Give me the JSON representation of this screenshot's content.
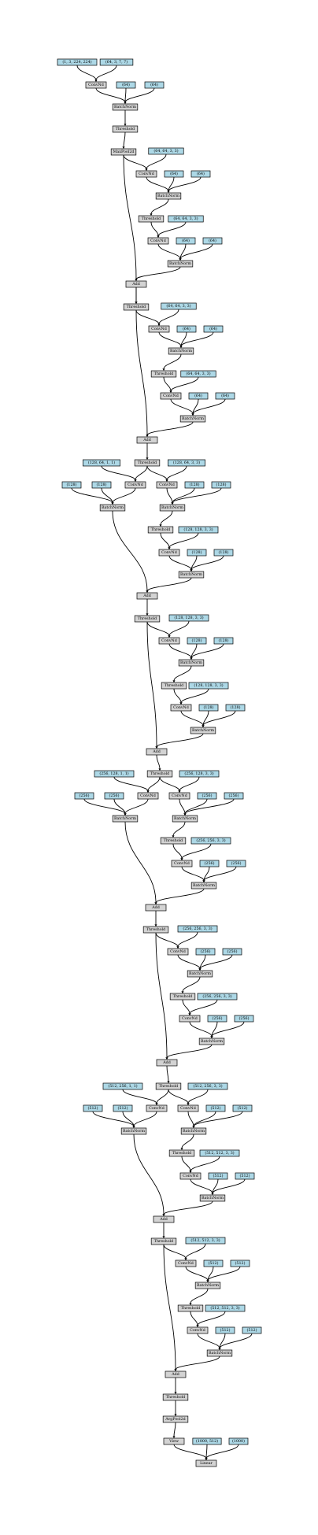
{
  "diagram_type": "computational graph (autograd)",
  "colors": {
    "op_fill": "#d3d3d3",
    "param_fill": "#add8e6",
    "stroke": "#000000",
    "background": "#ffffff"
  },
  "labels": {
    "conv": "ConvNd",
    "bn": "BatchNorm",
    "relu": "Threshold",
    "add": "Add",
    "maxpool": "MaxPool2d",
    "avgpool": "AvgPool2d",
    "view": "View",
    "linear": "Linear"
  },
  "params": {
    "input_w": "(1, 3, 224, 224)",
    "conv1_w": "(64, 3, 7, 7)",
    "c64": "(64)",
    "w64": "(64, 64, 3, 3)",
    "c128": "(128)",
    "w128_64_3": "(128, 64, 3, 3)",
    "w128_64_1": "(128, 64, 1, 1)",
    "w128_128_3": "(128, 128, 3, 3)",
    "c256": "(256)",
    "w256_128_3": "(256, 128, 3, 3)",
    "w256_128_1": "(256, 128, 1, 1)",
    "w256_256_3": "(256, 256, 3, 3)",
    "c512": "(512)",
    "w512_256_3": "(512, 256, 3, 3)",
    "w512_256_1": "(512, 256, 1, 1)",
    "w512_512_3": "(512, 512, 3, 3)",
    "fc_w": "(1000, 512)",
    "fc_b": "(1000)"
  }
}
